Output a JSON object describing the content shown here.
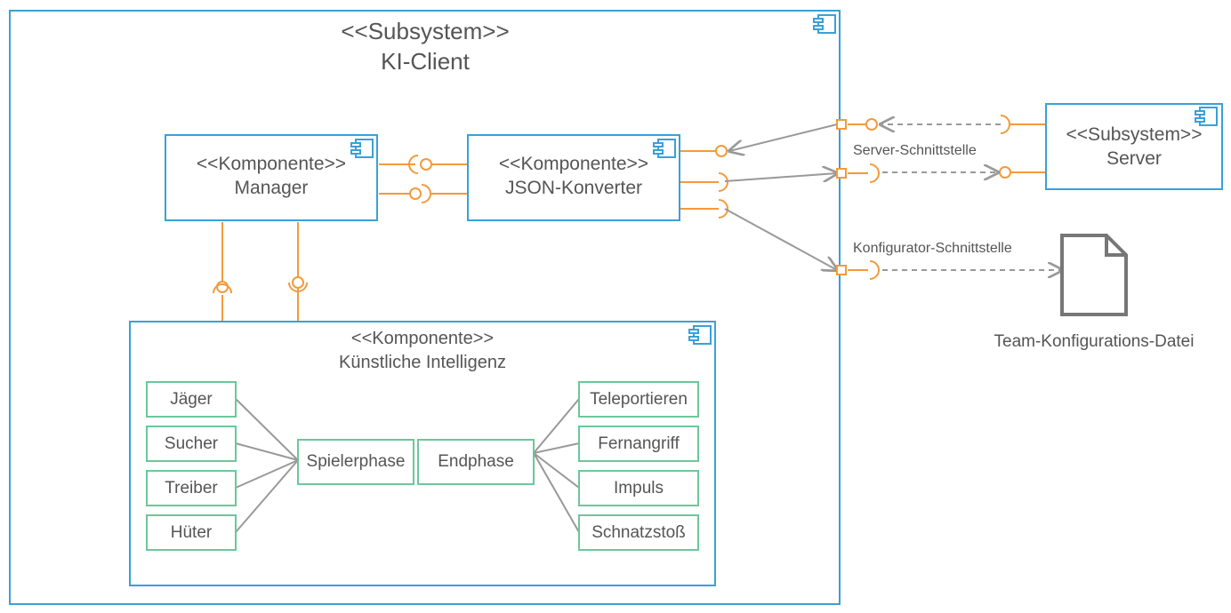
{
  "ki_client": {
    "stereotype": "<<Subsystem>>",
    "name": "KI-Client"
  },
  "manager": {
    "stereotype": "<<Komponente>>",
    "name": "Manager"
  },
  "json_konverter": {
    "stereotype": "<<Komponente>>",
    "name": "JSON-Konverter"
  },
  "ki": {
    "stereotype": "<<Komponente>>",
    "name": "Künstliche Intelligenz",
    "roles": [
      "Jäger",
      "Sucher",
      "Treiber",
      "Hüter"
    ],
    "phases": [
      "Spielerphase",
      "Endphase"
    ],
    "actions": [
      "Teleportieren",
      "Fernangriff",
      "Impuls",
      "Schnatzstoß"
    ]
  },
  "server": {
    "stereotype": "<<Subsystem>>",
    "name": "Server"
  },
  "ports": {
    "server": "Server-Schnittstelle",
    "konfigurator": "Konfigurator-Schnittstelle"
  },
  "artifact": {
    "name": "Team-Konfigurations-Datei",
    "icon": "document-icon"
  },
  "colors": {
    "component_border": "#3aa0d8",
    "interface": "#f39a3c",
    "subcomponent_border": "#6cc79a",
    "connector": "#999999",
    "artifact": "#777777"
  }
}
